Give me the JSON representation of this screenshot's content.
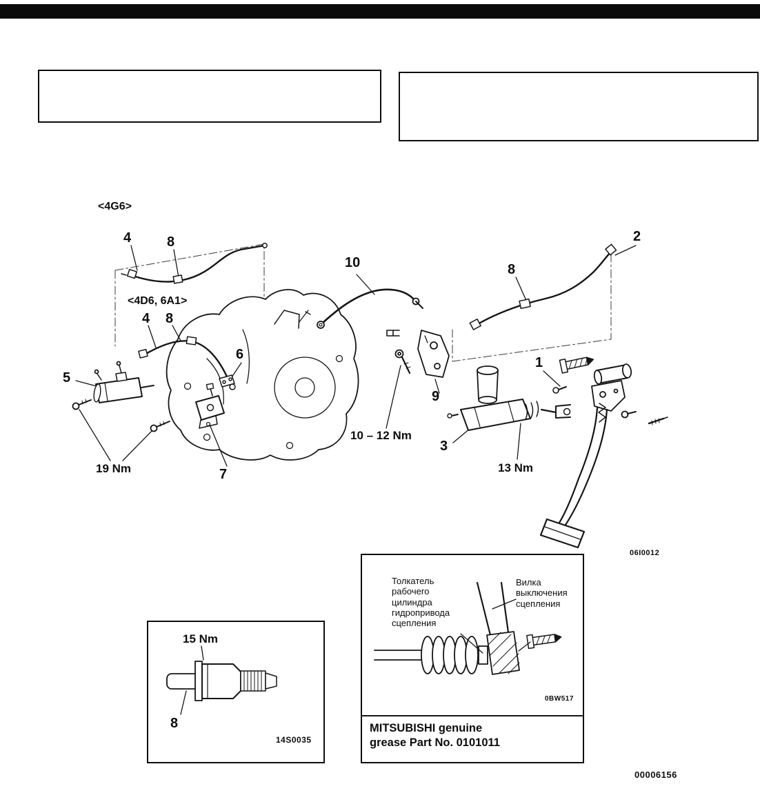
{
  "page": {
    "footer_code": "00006156"
  },
  "diagram": {
    "figure_code": "06I0012",
    "callouts": [
      {
        "label": "<4G6>"
      },
      {
        "label": "4"
      },
      {
        "label": "8"
      },
      {
        "label": "10"
      },
      {
        "label": "8"
      },
      {
        "label": "2"
      },
      {
        "label": "<4D6, 6A1>"
      },
      {
        "label": "4"
      },
      {
        "label": "8"
      },
      {
        "label": "6"
      },
      {
        "label": "5"
      },
      {
        "label": "9"
      },
      {
        "label": "1"
      },
      {
        "label": "3"
      },
      {
        "label": "10 – 12 Nm"
      },
      {
        "label": "19 Nm"
      },
      {
        "label": "7"
      },
      {
        "label": "13 Nm"
      }
    ]
  },
  "inset_switch": {
    "torque_label": "15 Nm",
    "callout": "8",
    "figure_code": "14S0035"
  },
  "inset_grease": {
    "label_pushrod": "Толкатель\nрабочего\nцилиндра\nгидропривода\nсцепления",
    "label_fork": "Вилка\nвыключения\nсцепления",
    "figure_code": "0BW517",
    "caption": "MITSUBISHI genuine\ngrease Part No. 0101011"
  }
}
